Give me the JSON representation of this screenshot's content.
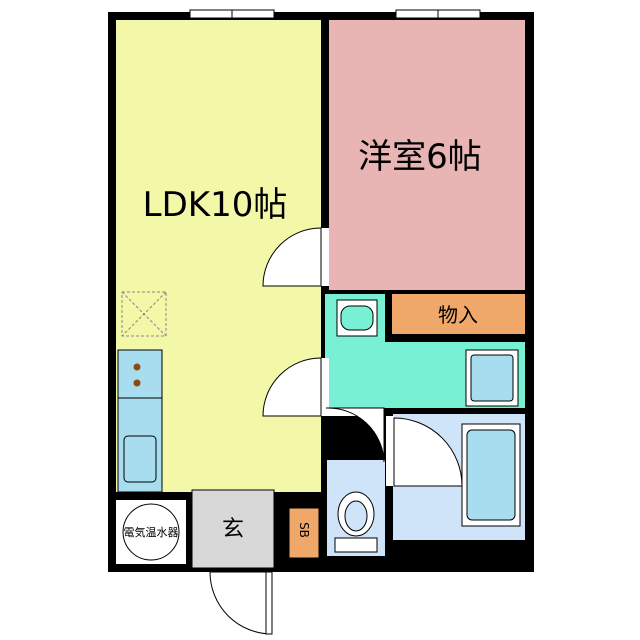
{
  "rooms": {
    "ldk": "LDK10帖",
    "western": "洋室6帖",
    "storage": "物入",
    "entrance": "玄",
    "shoe_box": "SB",
    "water_heater": "電気温水器"
  },
  "colors": {
    "ldk": "#f3f7a8",
    "western": "#e8b4b4",
    "storage": "#f0a86a",
    "washroom": "#78f0d4",
    "bath": "#cfe4f8",
    "fixture": "#a8ddf0",
    "entrance": "#d8d8d8",
    "wall": "#000000"
  }
}
